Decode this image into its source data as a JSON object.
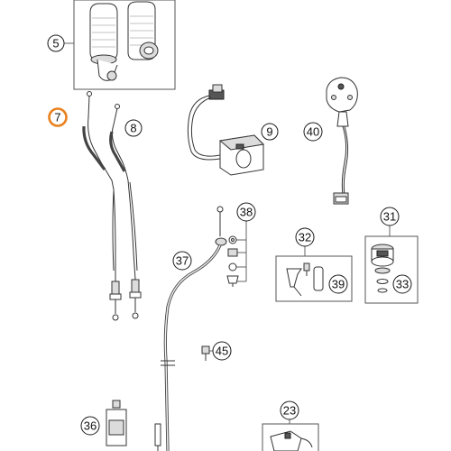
{
  "callouts": {
    "c5": "5",
    "c7": "7",
    "c8": "8",
    "c9": "9",
    "c40": "40",
    "c38": "38",
    "c37": "37",
    "c32": "32",
    "c39": "39",
    "c31": "31",
    "c33": "33",
    "c45": "45",
    "c36": "36",
    "c23": "23"
  },
  "highlight_color": "#e8821e"
}
